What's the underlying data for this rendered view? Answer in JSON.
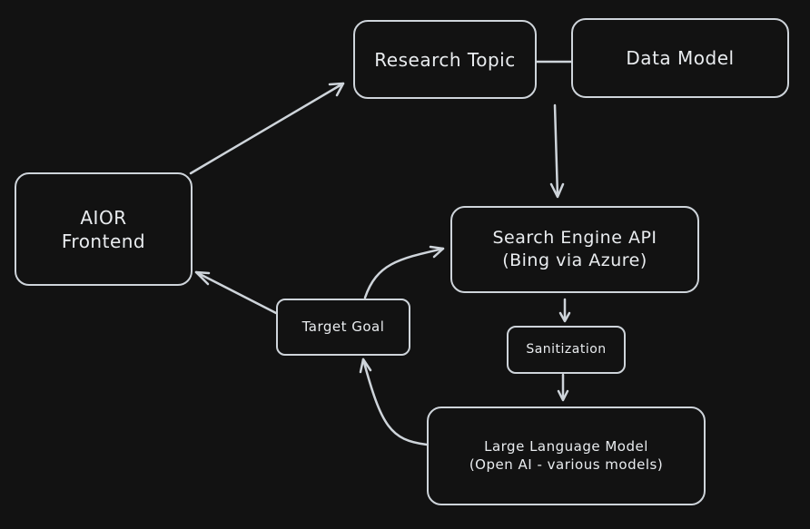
{
  "diagram": {
    "theme": {
      "background": "#121212",
      "stroke": "#ced4da",
      "text": "#e9ecef"
    },
    "nodes": {
      "aior_frontend": {
        "line1": "AIOR",
        "line2": "Frontend"
      },
      "research_topic": {
        "label": "Research Topic"
      },
      "data_model": {
        "label": "Data Model"
      },
      "search_engine": {
        "line1": "Search Engine API",
        "line2": "(Bing via Azure)"
      },
      "target_goal": {
        "label": "Target Goal"
      },
      "sanitization": {
        "label": "Sanitization"
      },
      "llm": {
        "line1": "Large Language Model",
        "line2": "(Open AI - various models)"
      }
    },
    "edges": [
      {
        "from": "AIOR Frontend",
        "to": "Research Topic",
        "type": "arrow"
      },
      {
        "from": "Research Topic",
        "to": "Data Model",
        "type": "line"
      },
      {
        "from": "Research Topic",
        "to": "Search Engine API",
        "type": "arrow"
      },
      {
        "from": "Search Engine API",
        "to": "Sanitization",
        "type": "arrow"
      },
      {
        "from": "Sanitization",
        "to": "Large Language Model",
        "type": "arrow"
      },
      {
        "from": "Large Language Model",
        "to": "Target Goal",
        "type": "arrow"
      },
      {
        "from": "Target Goal",
        "to": "Search Engine API",
        "type": "arrow"
      },
      {
        "from": "Target Goal",
        "to": "AIOR Frontend",
        "type": "arrow"
      }
    ]
  }
}
